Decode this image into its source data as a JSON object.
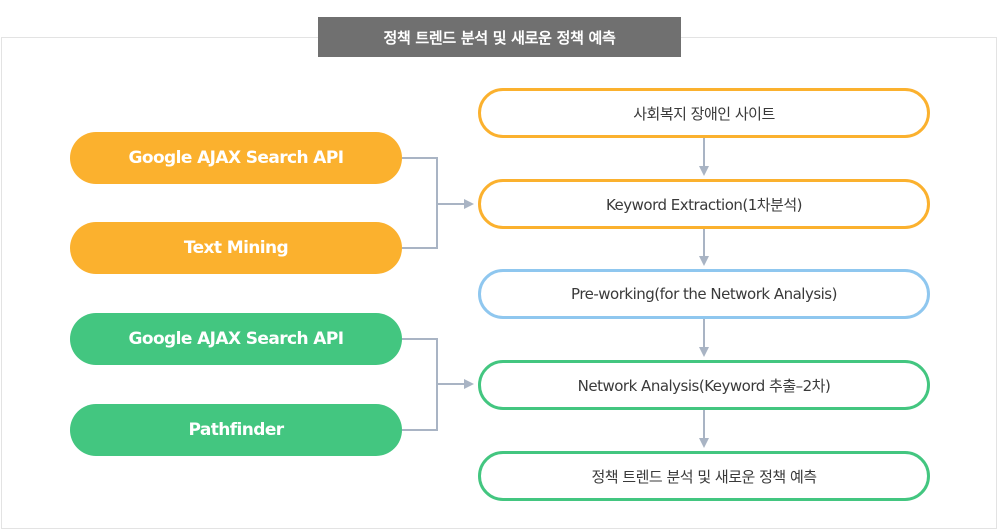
{
  "title": "정책 트렌드 분석 및 새로운 정책 예측",
  "sources": [
    {
      "label": "Google AJAX Search API",
      "color": "orange"
    },
    {
      "label": "Text Mining",
      "color": "orange"
    },
    {
      "label": "Google AJAX Search API",
      "color": "green"
    },
    {
      "label": "Pathfinder",
      "color": "green"
    }
  ],
  "steps": [
    {
      "label": "사회복지 장애인 사이트",
      "color": "orange"
    },
    {
      "label": "Keyword Extraction(1차분석)",
      "color": "orange"
    },
    {
      "label": "Pre-working(for the Network Analysis)",
      "color": "blue"
    },
    {
      "label": "Network Analysis(Keyword 추출–2차)",
      "color": "green"
    },
    {
      "label": "정책 트렌드 분석 및 새로운 정책 예측",
      "color": "green"
    }
  ],
  "colors": {
    "orange": "#fbb12e",
    "green": "#43c680",
    "blue": "#8fc7ef",
    "connector": "#a9b4c4",
    "title_bg": "#707070"
  }
}
